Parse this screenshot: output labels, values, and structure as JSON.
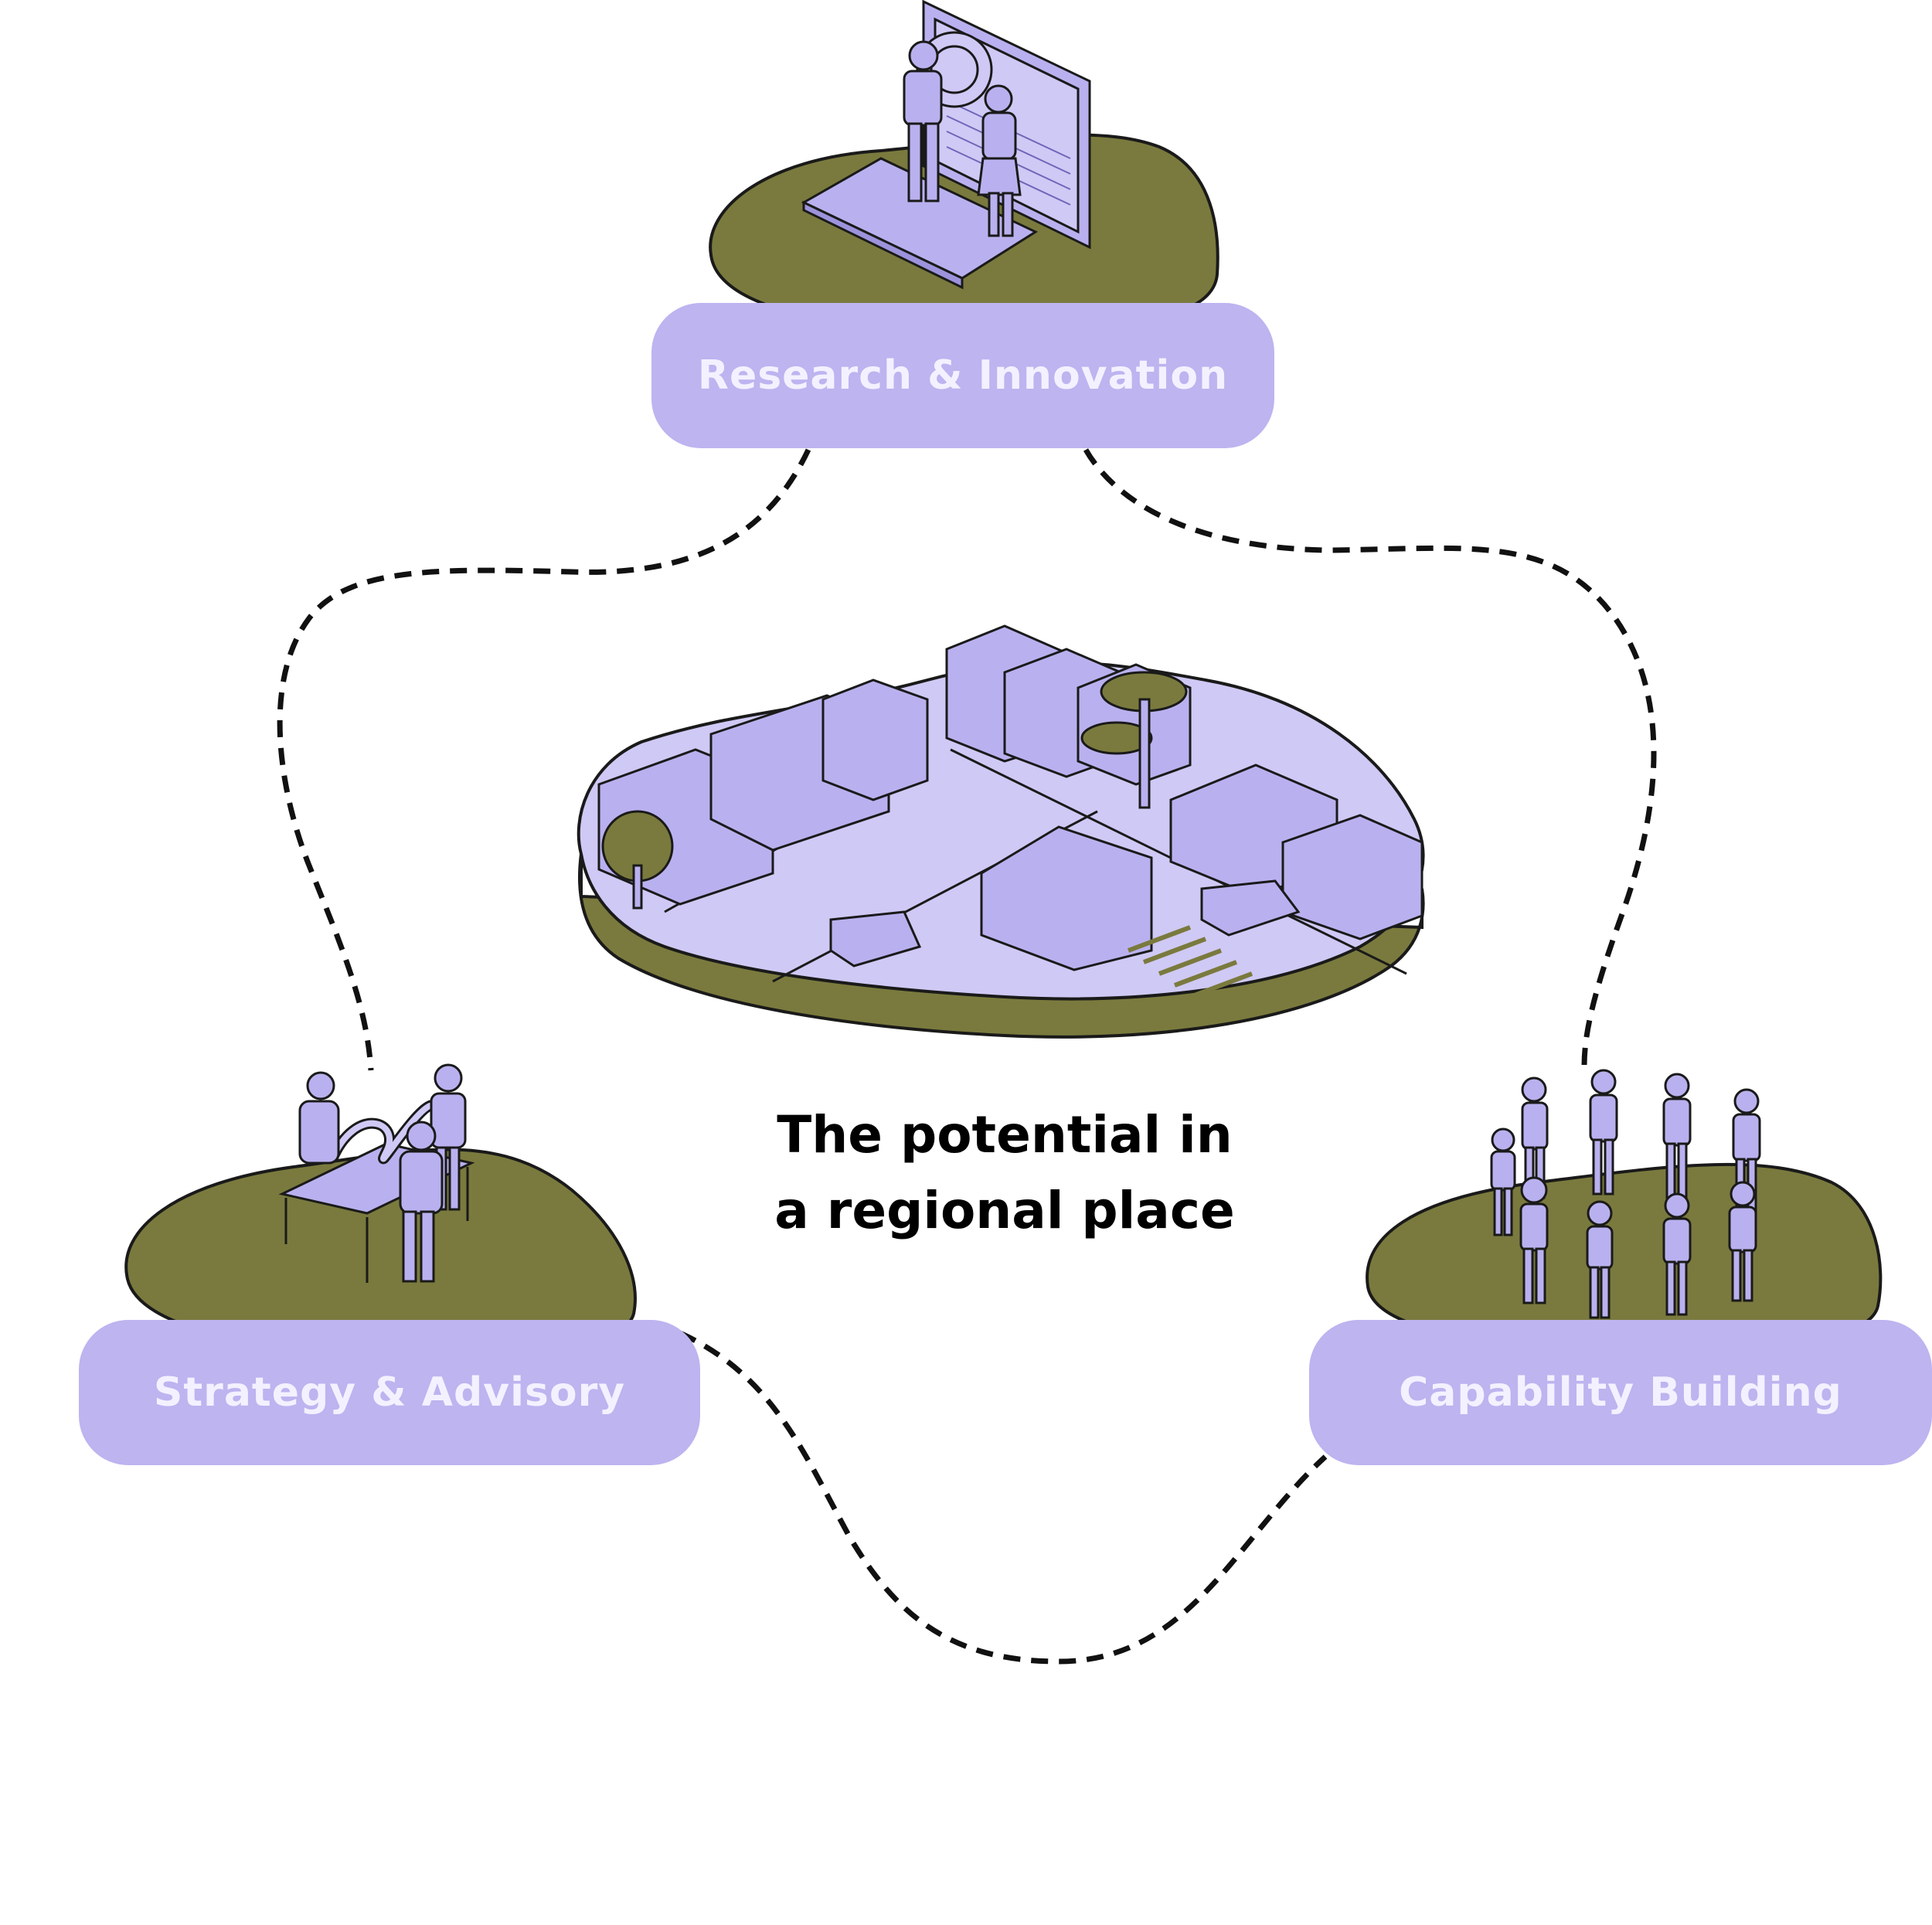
{
  "diagram": {
    "center": {
      "line1": "The potential in",
      "line2": "a regional place"
    },
    "nodes": [
      {
        "label": "Research & Innovation"
      },
      {
        "label": "Strategy & Advisory"
      },
      {
        "label": "Capability Building"
      }
    ]
  },
  "colors": {
    "pill": "#bdb4f0",
    "pill_text": "#f3f1ff",
    "ground": "#7a7a3e",
    "illustration": "#b9b1ef",
    "connector": "#111111"
  }
}
